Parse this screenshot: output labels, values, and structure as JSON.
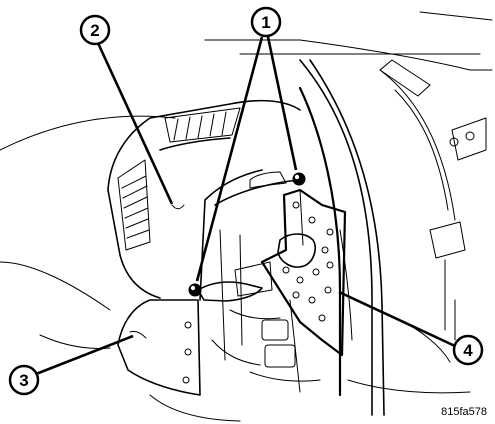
{
  "figure_id": "815fa578",
  "callouts": [
    {
      "label": "1"
    },
    {
      "label": "2"
    },
    {
      "label": "3"
    },
    {
      "label": "4"
    }
  ],
  "colors": {
    "ink": "#000000",
    "paper": "#ffffff"
  }
}
